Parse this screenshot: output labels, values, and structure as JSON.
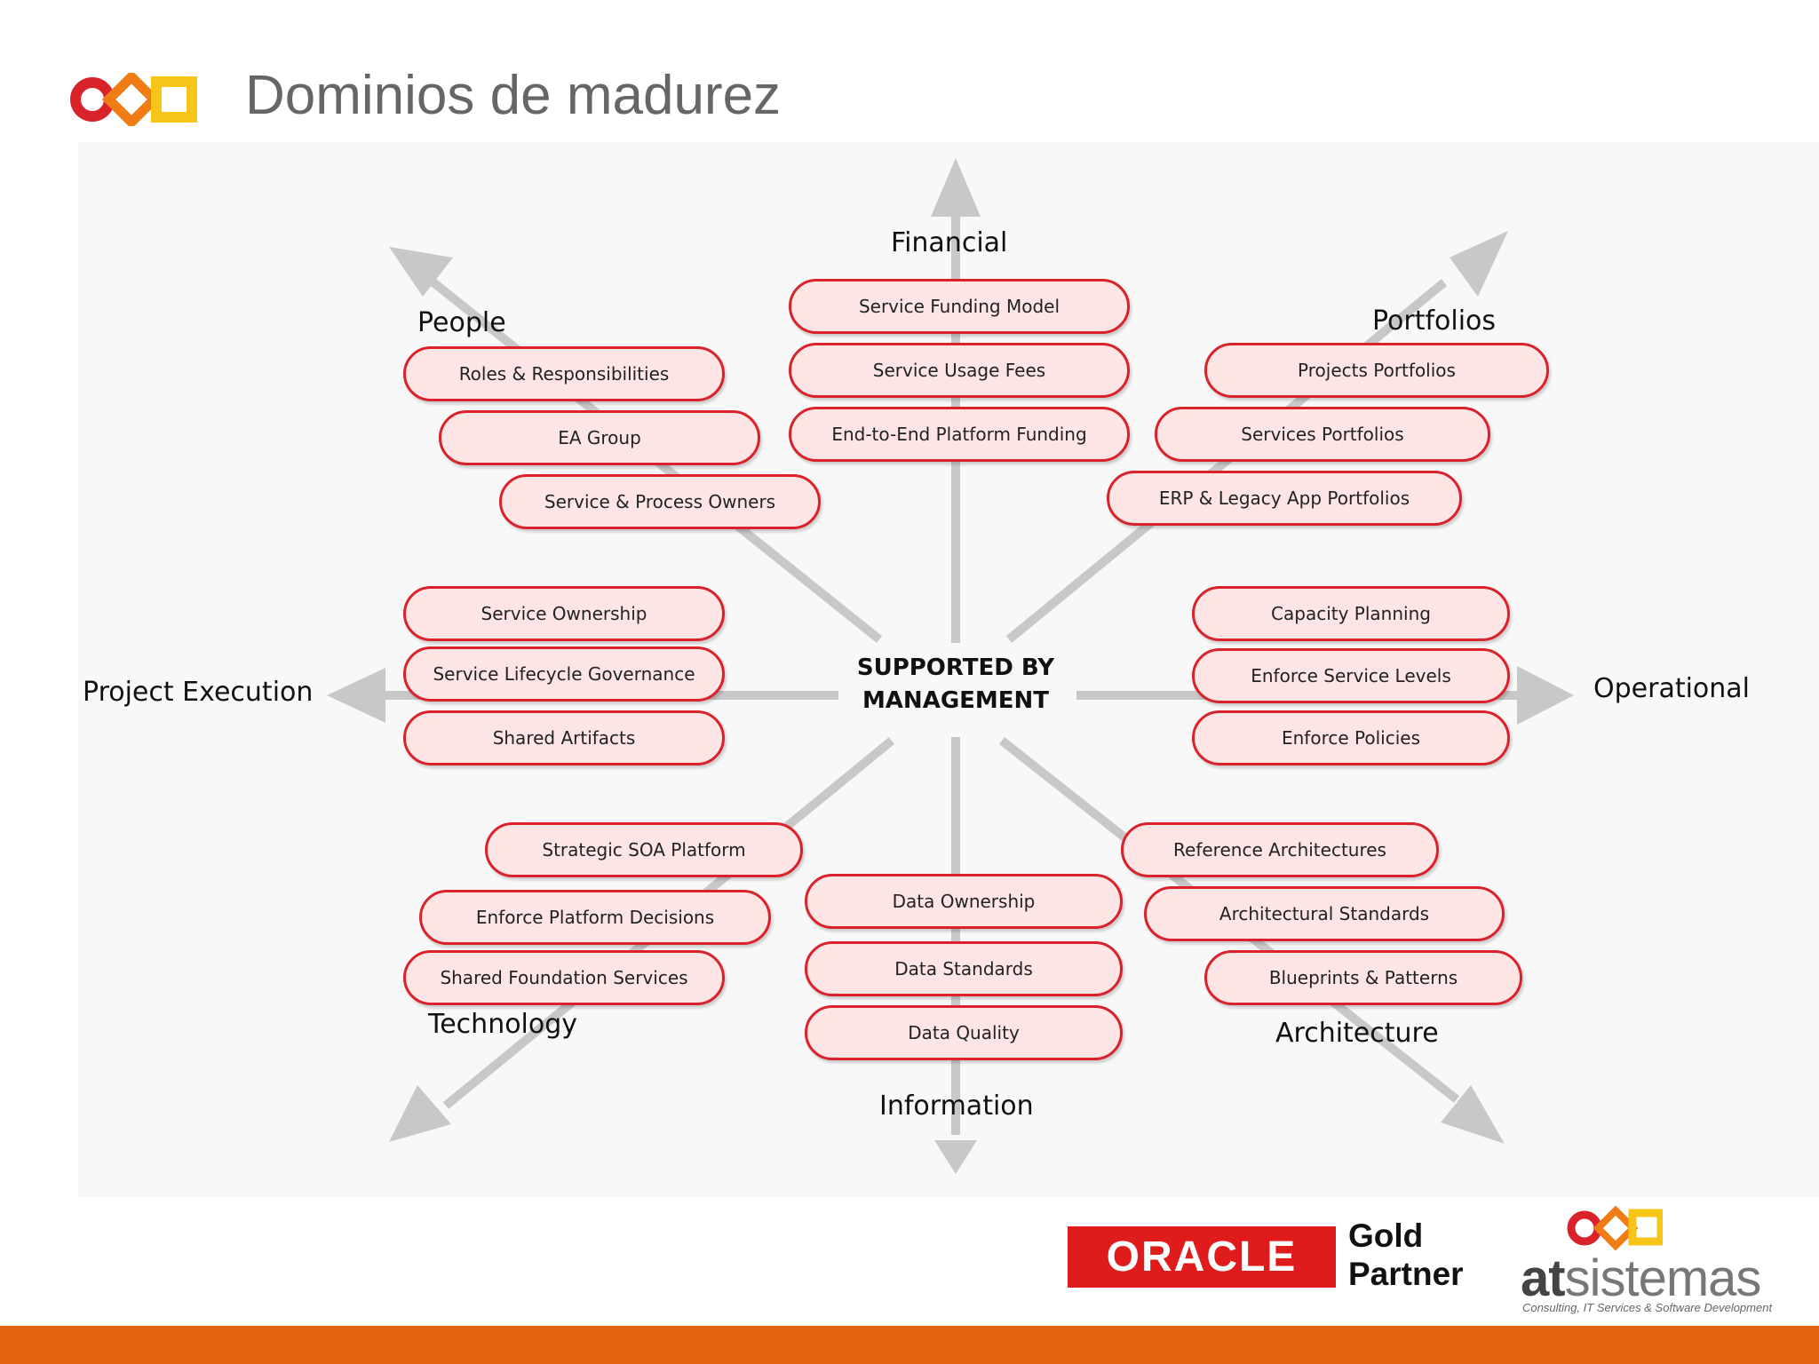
{
  "slide": {
    "title": "Dominios de madurez"
  },
  "diagram": {
    "center": [
      "SUPPORTED BY",
      "MANAGEMENT"
    ],
    "domains": [
      {
        "name": "Financial",
        "items": [
          "Service Funding Model",
          "Service Usage Fees",
          "End-to-End Platform Funding"
        ]
      },
      {
        "name": "Portfolios",
        "items": [
          "Projects Portfolios",
          "Services Portfolios",
          "ERP & Legacy App Portfolios"
        ]
      },
      {
        "name": "Operational",
        "items": [
          "Capacity Planning",
          "Enforce Service Levels",
          "Enforce Policies"
        ]
      },
      {
        "name": "Architecture",
        "items": [
          "Reference Architectures",
          "Architectural Standards",
          "Blueprints & Patterns"
        ]
      },
      {
        "name": "Information",
        "items": [
          "Data Ownership",
          "Data Standards",
          "Data Quality"
        ]
      },
      {
        "name": "Technology",
        "items": [
          "Strategic SOA Platform",
          "Enforce Platform Decisions",
          "Shared Foundation Services"
        ]
      },
      {
        "name": "Project Execution",
        "items": [
          "Service Ownership",
          "Service Lifecycle Governance",
          "Shared Artifacts"
        ]
      },
      {
        "name": "People",
        "items": [
          "Roles & Responsibilities",
          "EA Group",
          "Service & Process Owners"
        ]
      }
    ]
  },
  "partner": {
    "oracle": "ORACLE",
    "gold": "Gold",
    "partner": "Partner"
  },
  "company": {
    "name_part1": "at",
    "name_part2": "sistemas",
    "tagline": "Consulting, IT Services & Software Development"
  },
  "colors": {
    "accent_orange": "#e2620e",
    "pill_border": "#d9222a",
    "pill_fill": "#fde5e6",
    "arrow": "#c8c8c8",
    "oracle_red": "#e01b1b",
    "logo_red": "#d9222a",
    "logo_orange": "#f07c16",
    "logo_yellow": "#f7c518"
  },
  "icons": [
    "maturity-logo-icon",
    "atsistemas-logo-icon"
  ]
}
